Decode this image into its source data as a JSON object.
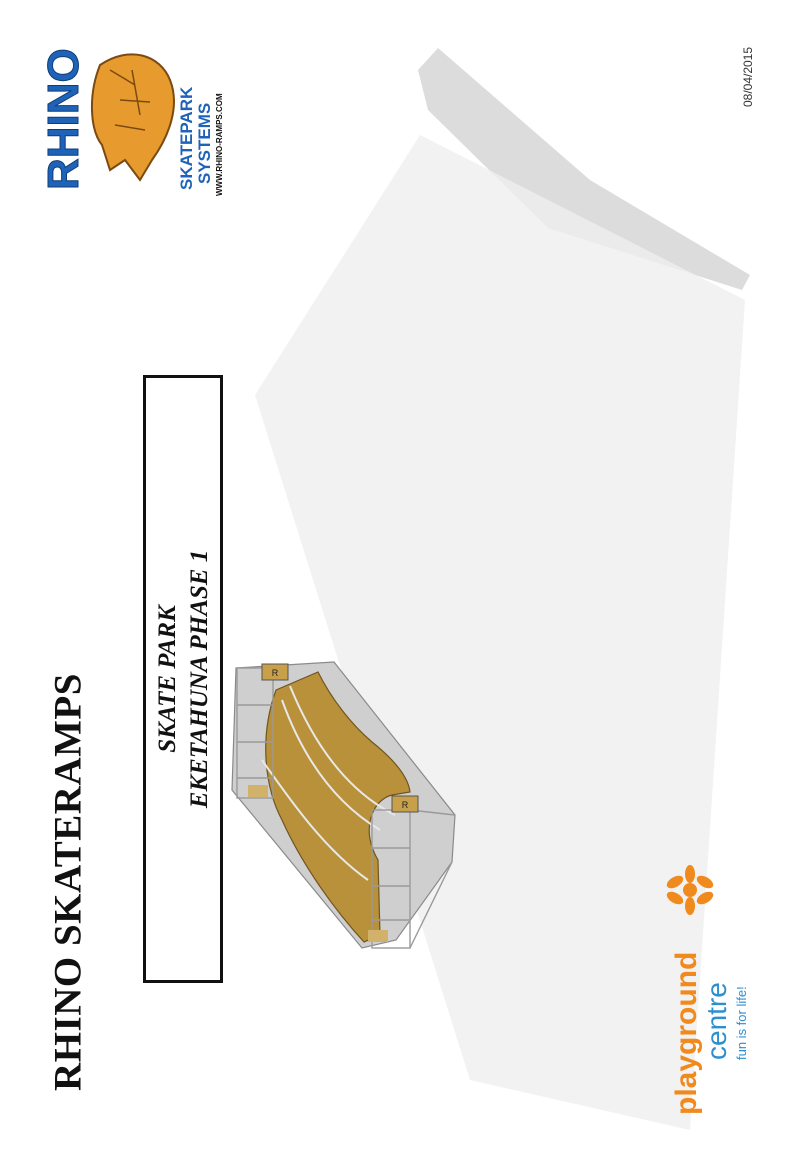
{
  "document": {
    "title": "RHINO SKATERAMPS",
    "box_line1": "SKATE PARK",
    "box_line2": "EKETAHUNA PHASE 1",
    "date": "08/04/2015"
  },
  "rhino_logo": {
    "brand": "RHINO",
    "line1": "SKATEPARK",
    "line2": "SYSTEMS",
    "url": "WWW.RHINO-RAMPS.COM"
  },
  "playground_logo": {
    "word1": "playground",
    "word2": "centre",
    "tagline": "fun is for life!"
  },
  "colors": {
    "rhino_blue": "#1f63b8",
    "rhino_orange": "#e79a2e",
    "ramp_wood": "#b8913a",
    "playground_orange": "#f18a1d",
    "playground_blue": "#2c8fd0"
  }
}
